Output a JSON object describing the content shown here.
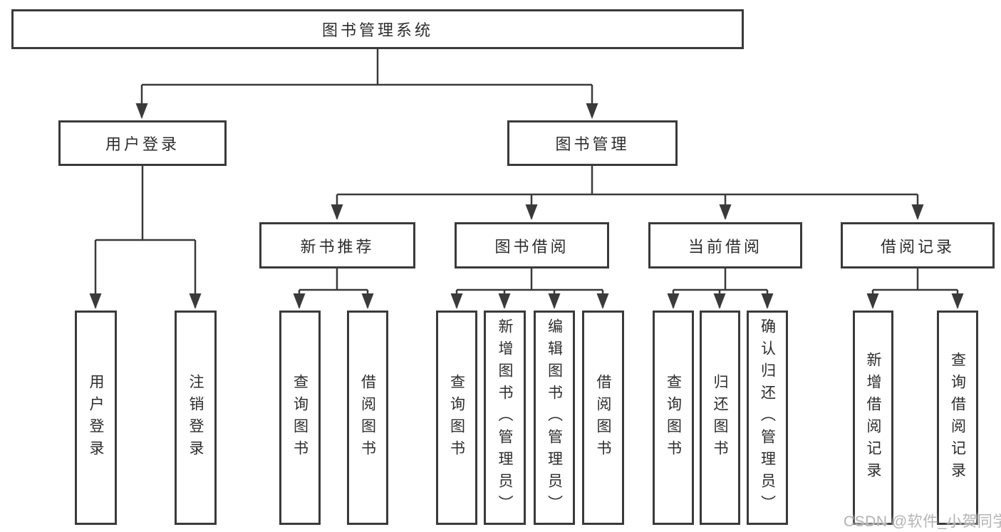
{
  "root": {
    "label": "图书管理系统"
  },
  "user_branch": {
    "label": "用户登录",
    "children": [
      {
        "label": "用户登录"
      },
      {
        "label": "注销登录"
      }
    ]
  },
  "book_branch": {
    "label": "图书管理",
    "groups": [
      {
        "label": "新书推荐",
        "children": [
          {
            "label": "查询图书"
          },
          {
            "label": "借阅图书"
          }
        ]
      },
      {
        "label": "图书借阅",
        "children": [
          {
            "label": "查询图书"
          },
          {
            "label": "新增图书（管理员）"
          },
          {
            "label": "编辑图书（管理员）"
          },
          {
            "label": "借阅图书"
          }
        ]
      },
      {
        "label": "当前借阅",
        "children": [
          {
            "label": "查询图书"
          },
          {
            "label": "归还图书"
          },
          {
            "label": "确认归还（管理员）"
          }
        ]
      },
      {
        "label": "借阅记录",
        "children": [
          {
            "label": "新增借阅记录"
          },
          {
            "label": "查询借阅记录"
          }
        ]
      }
    ]
  },
  "watermark": "CSDN @软件_小贺同学",
  "colors": {
    "line": "#3a3a3a",
    "box_border": "#3a3a3a",
    "box_fill": "#ffffff",
    "text": "#2d2d2d",
    "watermark": "#b3b3b3",
    "background": "#ffffff"
  }
}
